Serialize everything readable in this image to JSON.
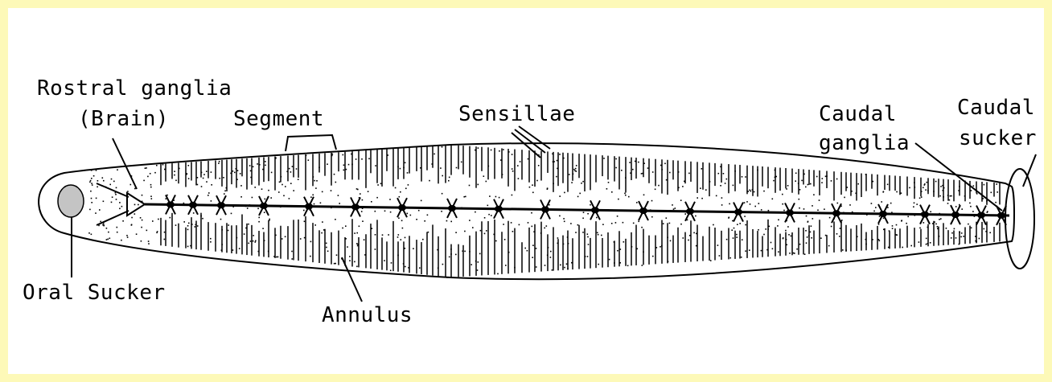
{
  "diagram": {
    "labels": {
      "rostral_line1": "Rostral ganglia",
      "rostral_line2": "(Brain)",
      "segment": "Segment",
      "sensillae": "Sensillae",
      "caudal_ganglia_line1": "Caudal",
      "caudal_ganglia_line2": "ganglia",
      "caudal_sucker_line1": "Caudal",
      "caudal_sucker_line2": "sucker",
      "oral_sucker": "Oral Sucker",
      "annulus": "Annulus"
    },
    "colors": {
      "frame": "#fdf9b8",
      "background": "#ffffff",
      "ink": "#000000"
    }
  }
}
